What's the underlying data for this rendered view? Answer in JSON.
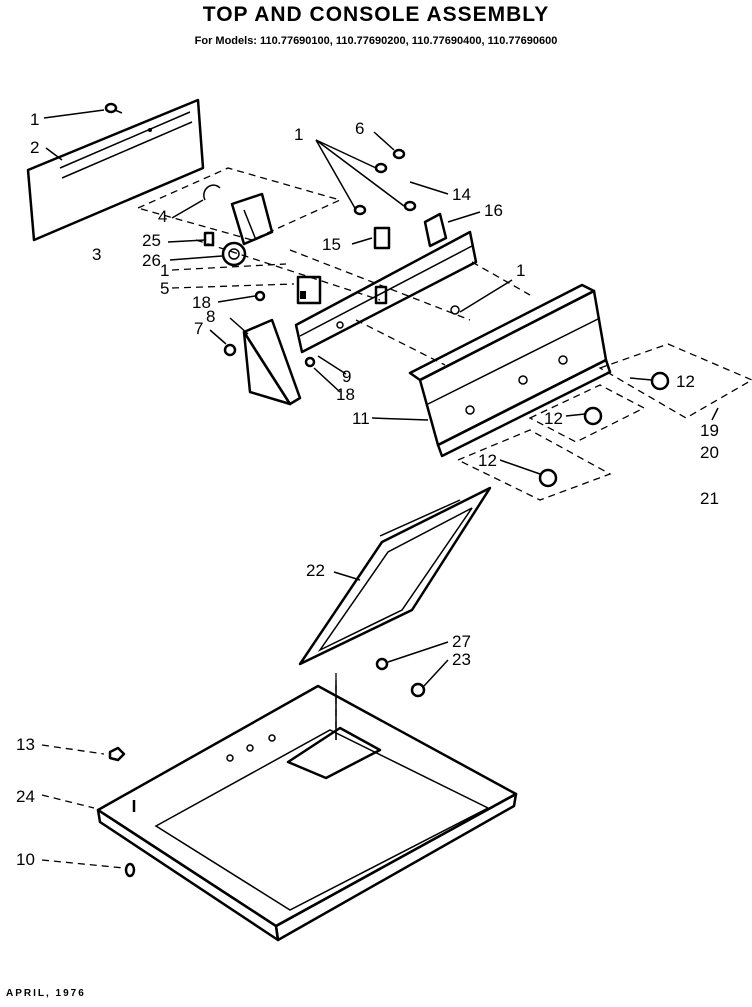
{
  "header": {
    "title": "TOP AND CONSOLE ASSEMBLY",
    "models": "For Models: 110.77690100, 110.77690200, 110.77690400, 110.77690600"
  },
  "callouts": {
    "c1a": "1",
    "c2": "2",
    "c3": "3",
    "c4": "4",
    "c25": "25",
    "c26": "26",
    "c1b": "1",
    "c5": "5",
    "c18a": "18",
    "c8": "8",
    "c7": "7",
    "c9": "9",
    "c18b": "18",
    "c1c": "1",
    "c6": "6",
    "c14": "14",
    "c16": "16",
    "c15": "15",
    "c1d": "1",
    "c11": "11",
    "c12a": "12",
    "c12b": "12",
    "c12c": "12",
    "c19": "19",
    "c20": "20",
    "c21": "21",
    "c22": "22",
    "c27": "27",
    "c23": "23",
    "c13": "13",
    "c24": "24",
    "c10": "10"
  },
  "footer": {
    "date": "APRIL, 1976"
  }
}
